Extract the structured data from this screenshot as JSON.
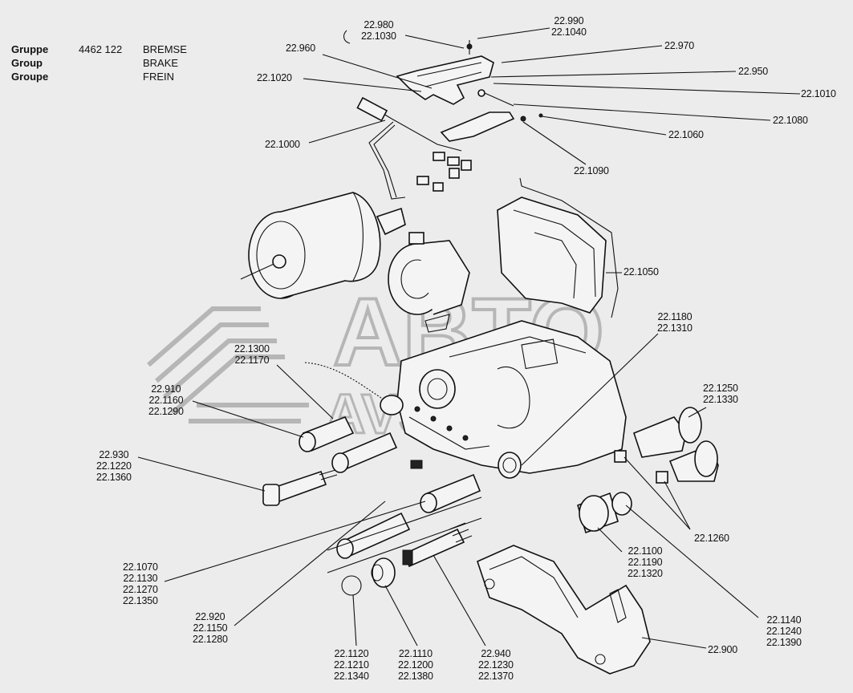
{
  "header": {
    "rows": [
      {
        "key": "Gruppe",
        "number": "4462 122",
        "value": "BREMSE"
      },
      {
        "key": "Group",
        "number": "",
        "value": "BRAKE"
      },
      {
        "key": "Groupe",
        "number": "",
        "value": "FREIN"
      }
    ]
  },
  "watermark": {
    "line1": "ABTO",
    "line2": "AVSPHO"
  },
  "callouts": [
    {
      "id": "c1",
      "lines": [
        "22.980",
        "22.1030"
      ]
    },
    {
      "id": "c2",
      "lines": [
        "22.990",
        "22.1040"
      ]
    },
    {
      "id": "c3",
      "lines": [
        "22.960"
      ]
    },
    {
      "id": "c4",
      "lines": [
        "22.970"
      ]
    },
    {
      "id": "c5",
      "lines": [
        "22.950"
      ]
    },
    {
      "id": "c6",
      "lines": [
        "22.1020"
      ]
    },
    {
      "id": "c7",
      "lines": [
        "22.1010"
      ]
    },
    {
      "id": "c8",
      "lines": [
        "22.1080"
      ]
    },
    {
      "id": "c9",
      "lines": [
        "22.1060"
      ]
    },
    {
      "id": "c10",
      "lines": [
        "22.1000"
      ]
    },
    {
      "id": "c11",
      "lines": [
        "22.1090"
      ]
    },
    {
      "id": "c12",
      "lines": [
        "22.1050"
      ]
    },
    {
      "id": "c13",
      "lines": [
        "22.1180",
        "22.1310"
      ]
    },
    {
      "id": "c14",
      "lines": [
        "22.1300",
        "22.1170"
      ]
    },
    {
      "id": "c15",
      "lines": [
        "22.910",
        "22.1160",
        "22.1290"
      ]
    },
    {
      "id": "c16",
      "lines": [
        "22.1250",
        "22.1330"
      ]
    },
    {
      "id": "c17",
      "lines": [
        "22.930",
        "22.1220",
        "22.1360"
      ]
    },
    {
      "id": "c18",
      "lines": [
        "22.1260"
      ]
    },
    {
      "id": "c19",
      "lines": [
        "22.1100",
        "22.1190",
        "22.1320"
      ]
    },
    {
      "id": "c20",
      "lines": [
        "22.1070",
        "22.1130",
        "22.1270",
        "22.1350"
      ]
    },
    {
      "id": "c21",
      "lines": [
        "22.920",
        "22.1150",
        "22.1280"
      ]
    },
    {
      "id": "c22",
      "lines": [
        "22.1140",
        "22.1240",
        "22.1390"
      ]
    },
    {
      "id": "c23",
      "lines": [
        "22.900"
      ]
    },
    {
      "id": "c24",
      "lines": [
        "22.1120",
        "22.1210",
        "22.1340"
      ]
    },
    {
      "id": "c25",
      "lines": [
        "22.1110",
        "22.1200",
        "22.1380"
      ]
    },
    {
      "id": "c26",
      "lines": [
        "22.940",
        "22.1230",
        "22.1370"
      ]
    }
  ]
}
